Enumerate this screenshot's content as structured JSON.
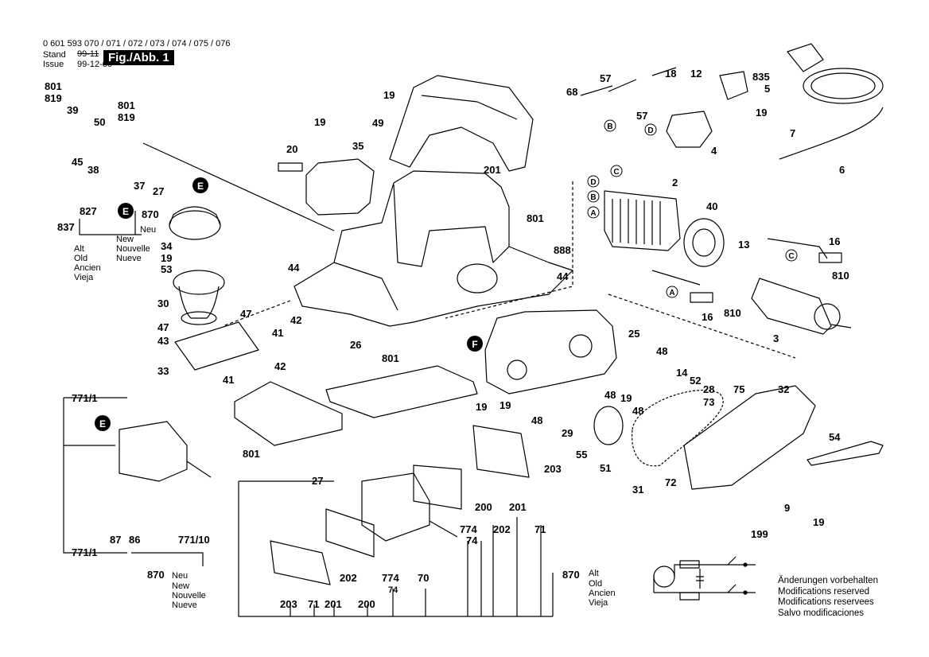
{
  "header": {
    "part_numbers": "0 601 593 070 / 071 / 072 / 073 / 074 / 075 / 076",
    "stand_label": "Stand",
    "issue_label": "Issue",
    "stand_old": "99-11",
    "issue_date": "99-12-06",
    "figure_label": "Fig./Abb. 1"
  },
  "notes": {
    "modifications": [
      "Änderungen vorbehalten",
      "Modifications reserved",
      "Modifications reservees",
      "Salvo modificaciones"
    ],
    "old_variants": [
      "Alt",
      "Old",
      "Ancien",
      "Vieja"
    ],
    "new_variants": [
      "Neu",
      "New",
      "Nouvelle",
      "Nueve"
    ]
  },
  "callouts": {
    "letters": [
      "E",
      "F",
      "A",
      "B",
      "C",
      "D"
    ],
    "part_numbers": [
      "801",
      "819",
      "39",
      "50",
      "45",
      "38",
      "37",
      "27",
      "870",
      "827",
      "837",
      "34",
      "19",
      "53",
      "30",
      "47",
      "43",
      "33",
      "41",
      "42",
      "26",
      "20",
      "35",
      "49",
      "201",
      "68",
      "57",
      "18",
      "12",
      "835",
      "5",
      "7",
      "4",
      "6",
      "2",
      "40",
      "13",
      "16",
      "810",
      "3",
      "44",
      "888",
      "25",
      "48",
      "14",
      "52",
      "28",
      "73",
      "75",
      "32",
      "29",
      "55",
      "51",
      "31",
      "72",
      "54",
      "9",
      "199",
      "203",
      "200",
      "202",
      "71",
      "774",
      "74",
      "70",
      "86",
      "87",
      "771/1",
      "771/10"
    ]
  }
}
